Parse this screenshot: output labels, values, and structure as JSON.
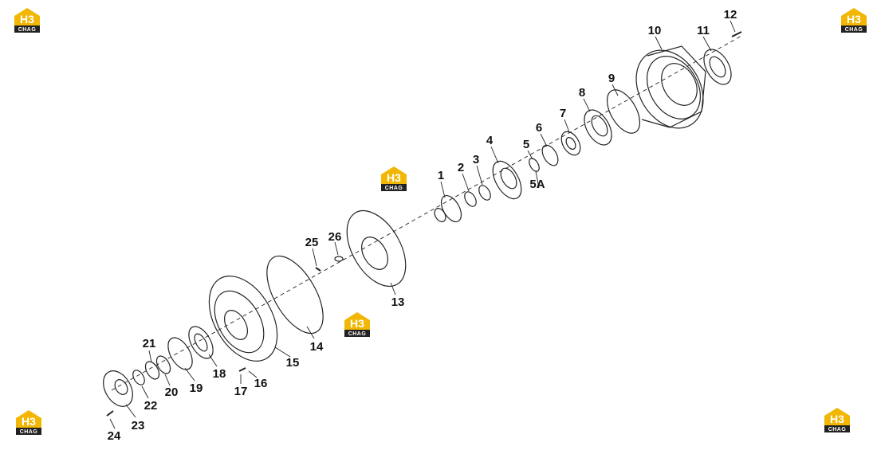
{
  "brand": {
    "logo_mark": "H3",
    "logo_text": "CHAG",
    "accent": "#f2b705",
    "dark": "#222222"
  },
  "callouts": [
    "1",
    "2",
    "3",
    "4",
    "5",
    "5A",
    "6",
    "7",
    "8",
    "9",
    "10",
    "11",
    "12",
    "13",
    "14",
    "15",
    "16",
    "17",
    "18",
    "19",
    "20",
    "21",
    "22",
    "23",
    "24",
    "25",
    "26"
  ]
}
